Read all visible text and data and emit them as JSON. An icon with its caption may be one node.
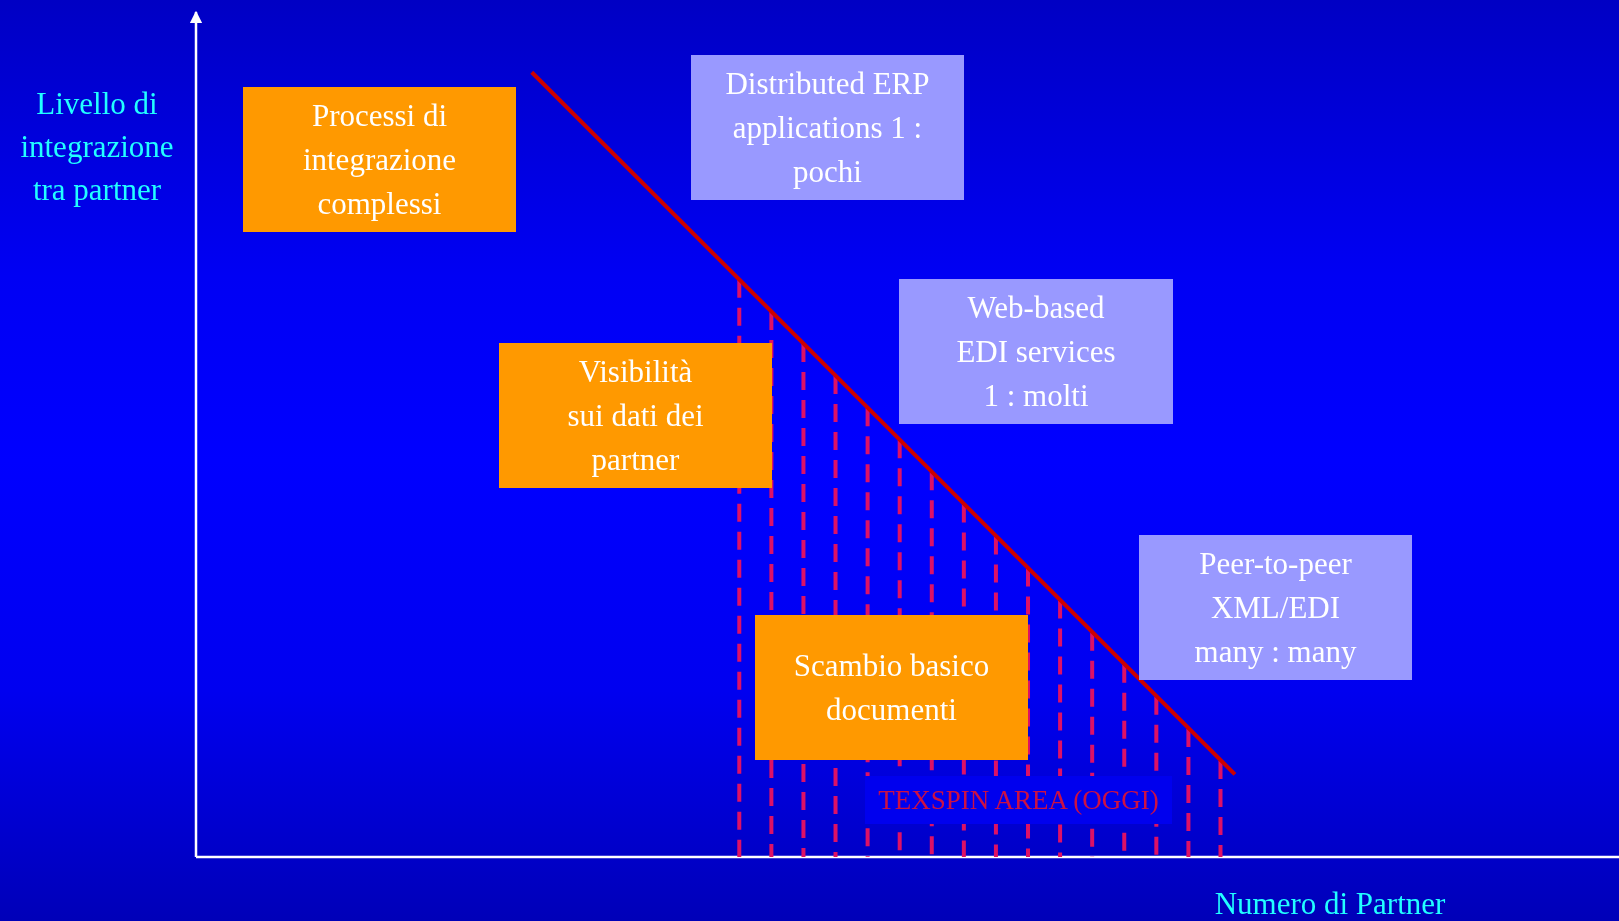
{
  "diagram": {
    "nodes": [
      {
        "text": [
          "Processi di integrazione complessi"
        ]
      },
      {
        "text": [
          "Distributed ERP applications 1 : pochi"
        ]
      },
      {
        "text": [
          "Web-based EDI services 1 : molti"
        ]
      },
      {
        "text": [
          "Visibilità sui dati dei partner"
        ]
      },
      {
        "text": [
          "Peer-to-peer XML/EDI many : many"
        ]
      },
      {
        "text": [
          "Scambio basico documenti"
        ]
      },
      {
        "text": [
          "TEXSPIN AREA (OGGI)"
        ]
      }
    ],
    "edges": [],
    "labels": [
      "Livello di integrazione tra partner",
      "Numero di Partner"
    ]
  }
}
